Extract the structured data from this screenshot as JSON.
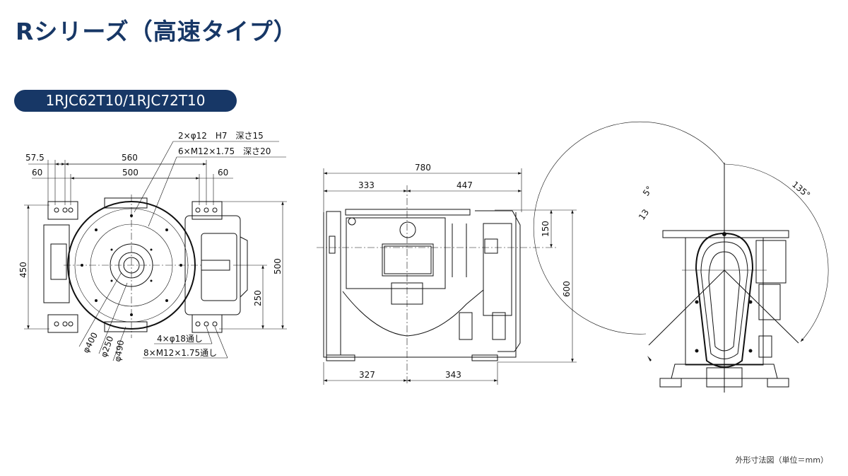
{
  "header": {
    "title": "Rシリーズ（高速タイプ）",
    "model_badge": "1RJC62T10/1RJC72T10"
  },
  "top_view": {
    "note_pin_holes": "2×φ12　H7　深さ15",
    "note_tapped_holes": "6×M12×1.75　深さ20",
    "dim_57_5": "57.5",
    "dim_560": "560",
    "dim_60_left": "60",
    "dim_500_width": "500",
    "dim_60_right": "60",
    "dim_450": "450",
    "dim_500_height": "500",
    "dim_250": "250",
    "dia_400": "φ400",
    "dia_250": "φ250",
    "dia_490": "φ490",
    "note_through_holes": "4×φ18通し",
    "note_through_taps": "8×M12×1.75通し"
  },
  "side_view": {
    "dim_780": "780",
    "dim_333": "333",
    "dim_447": "447",
    "dim_327": "327",
    "dim_343": "343",
    "dim_150": "150",
    "dim_600": "600"
  },
  "front_view": {
    "angle_left_a": "5°",
    "angle_left_b": "13",
    "angle_right": "135°"
  },
  "caption": "外形寸法図（単位＝mm）",
  "colors": {
    "brand": "#173766"
  }
}
